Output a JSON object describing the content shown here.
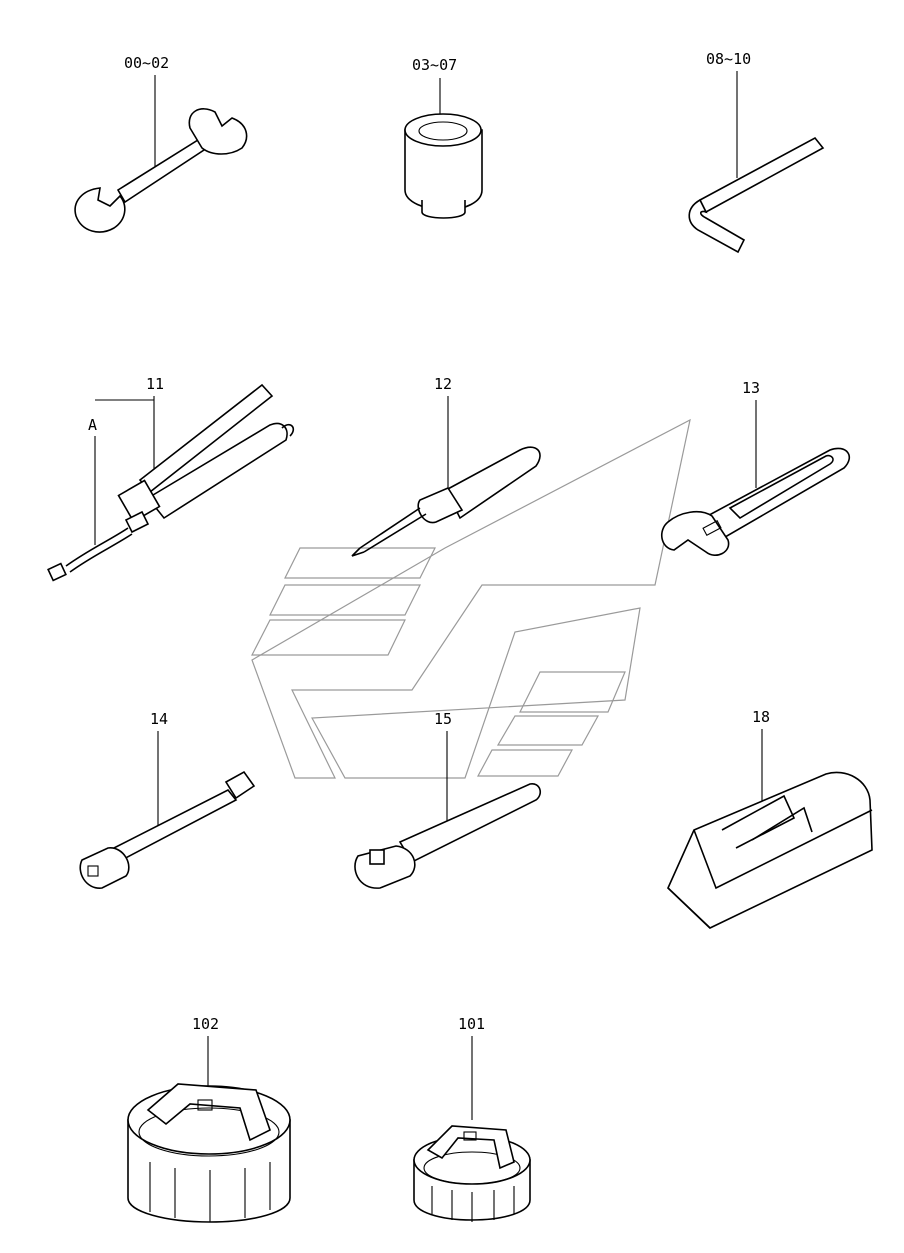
{
  "parts": [
    {
      "id": "p00",
      "label": "00~02",
      "icon": "open-end-wrench-icon"
    },
    {
      "id": "p03",
      "label": "03~07",
      "icon": "socket-icon"
    },
    {
      "id": "p08",
      "label": "08~10",
      "icon": "hex-key-icon"
    },
    {
      "id": "p11",
      "label": "11",
      "icon": "grease-gun-icon"
    },
    {
      "id": "pA",
      "label": "A",
      "icon": "grease-gun-nozzle-callout"
    },
    {
      "id": "p12",
      "label": "12",
      "icon": "screwdriver-icon"
    },
    {
      "id": "p13",
      "label": "13",
      "icon": "adjustable-wrench-icon"
    },
    {
      "id": "p14",
      "label": "14",
      "icon": "extension-bar-icon"
    },
    {
      "id": "p15",
      "label": "15",
      "icon": "ratchet-handle-icon"
    },
    {
      "id": "p18",
      "label": "18",
      "icon": "tool-bag-icon"
    },
    {
      "id": "p102",
      "label": "102",
      "icon": "large-filter-wrench-cup-icon"
    },
    {
      "id": "p101",
      "label": "101",
      "icon": "small-filter-wrench-cup-icon"
    }
  ],
  "colors": {
    "line": "#000000",
    "background": "#ffffff",
    "watermark": "#9a9a9a"
  }
}
